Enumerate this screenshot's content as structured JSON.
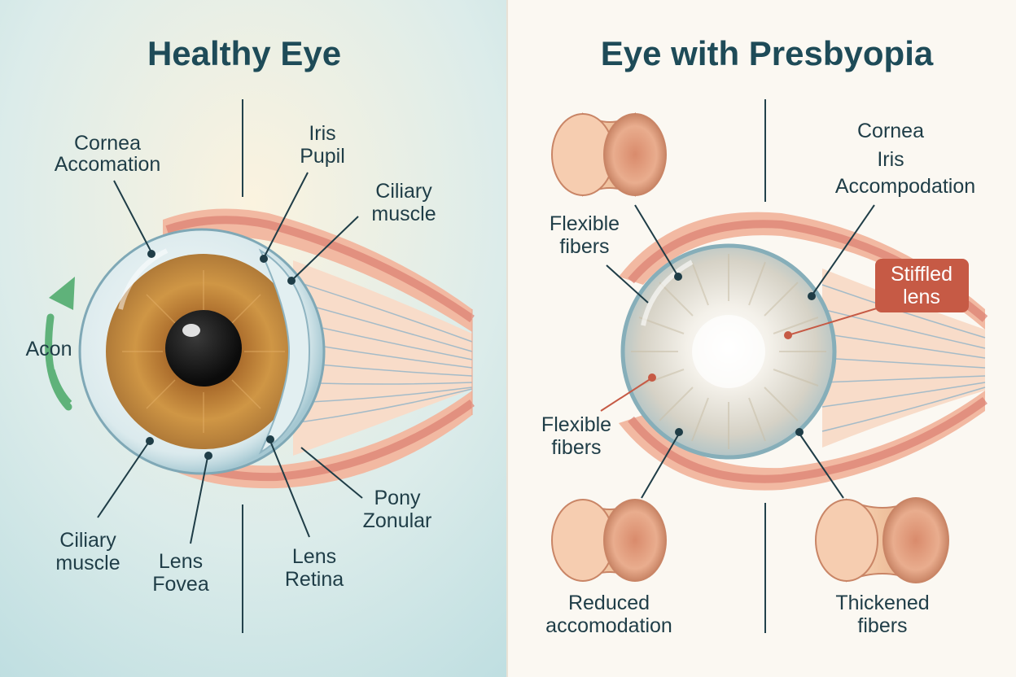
{
  "panels": {
    "healthy": {
      "title": "Healthy Eye",
      "labels": {
        "cornea": "Cornea",
        "accomation": "Accomation",
        "iris": "Iris",
        "pupil": "Pupil",
        "ciliary_top_1": "Ciliary",
        "ciliary_top_2": "muscle",
        "acon": "Acon",
        "ciliary_bottom_1": "Ciliary",
        "ciliary_bottom_2": "muscle",
        "lens": "Lens",
        "fovea": "Fovea",
        "lens_right": "Lens",
        "retina": "Retina",
        "pony": "Pony",
        "zonular": "Zonular"
      }
    },
    "presbyopia": {
      "title": "Eye with Presbyopia",
      "labels": {
        "cornea": "Cornea",
        "iris": "Iris",
        "accompodation": "Accompodation",
        "flexible_top_1": "Flexible",
        "flexible_top_2": "fibers",
        "stiffled_1": "Stiffled",
        "stiffled_2": "lens",
        "flexible_mid_1": "Flexible",
        "flexible_mid_2": "fibers",
        "reduced_1": "Reduced",
        "reduced_2": "accomodation",
        "thickened_1": "Thickened",
        "thickened_2": "fibers"
      }
    }
  },
  "colors": {
    "left_background": "#cde6e6",
    "right_background": "#fbf8f2",
    "title": "#1e4b58",
    "iris": "#c8893a",
    "badge": "#c65a45",
    "arrow": "#4aa46a"
  }
}
